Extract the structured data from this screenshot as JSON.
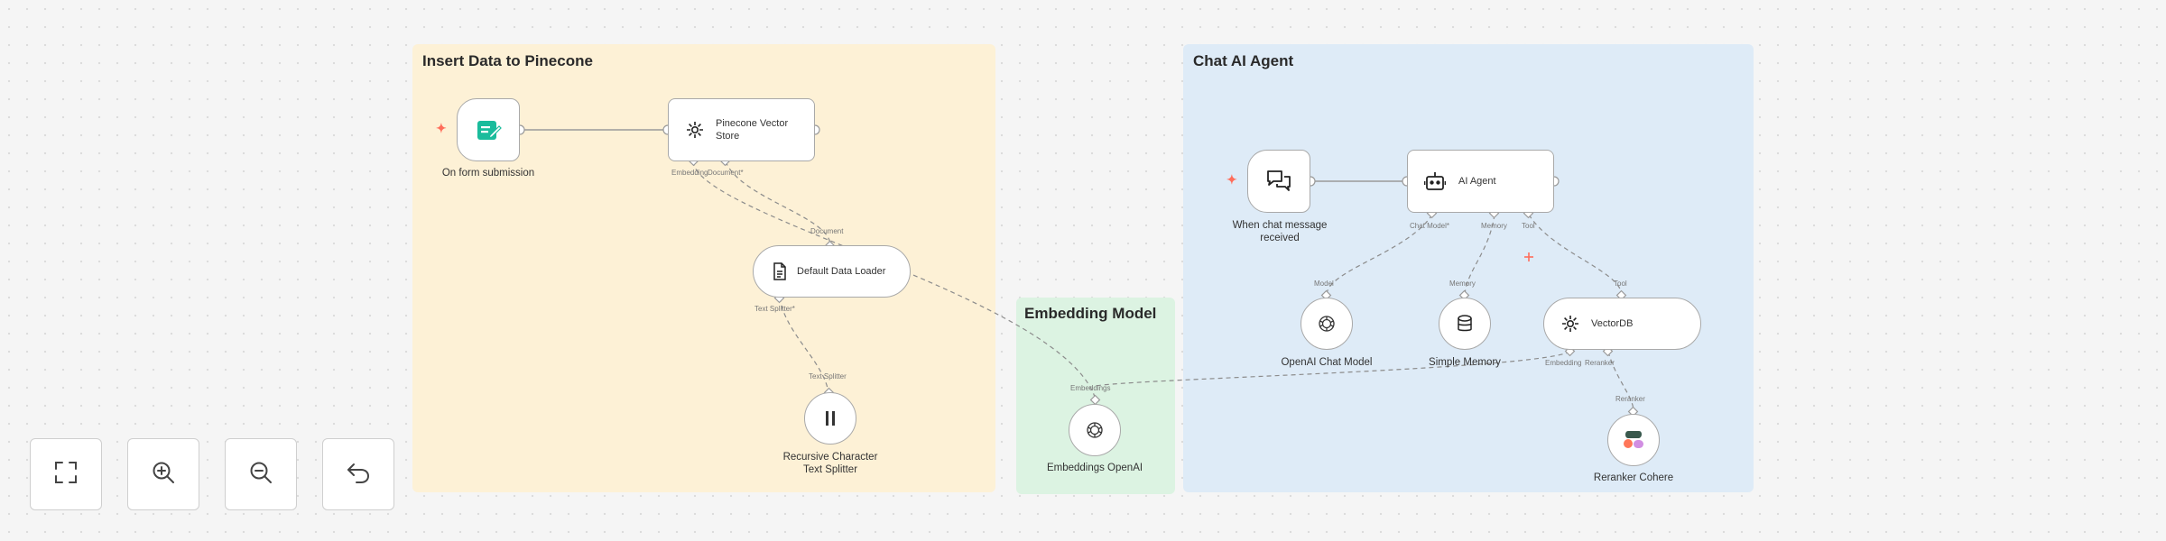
{
  "groups": {
    "insert": {
      "title": "Insert Data to Pinecone",
      "color": "#fdf1d6"
    },
    "embedding": {
      "title": "Embedding Model",
      "color": "#dcf3e2"
    },
    "chat": {
      "title": "Chat AI Agent",
      "color": "#deebf7"
    }
  },
  "nodes": {
    "form": {
      "label": "On form submission"
    },
    "pinecone": {
      "label_line1": "Pinecone Vector",
      "label_line2": "Store"
    },
    "loader": {
      "label": "Default Data Loader"
    },
    "splitter": {
      "label_line1": "Recursive Character",
      "label_line2": "Text Splitter"
    },
    "embeddings": {
      "label": "Embeddings OpenAI"
    },
    "chat_trigger": {
      "label_line1": "When chat message",
      "label_line2": "received"
    },
    "agent": {
      "label": "AI Agent"
    },
    "openai_chat": {
      "label": "OpenAI Chat Model"
    },
    "memory": {
      "label": "Simple Memory"
    },
    "vectordb": {
      "label": "VectorDB"
    },
    "reranker": {
      "label": "Reranker Cohere"
    }
  },
  "ports": {
    "pinecone_embedding": "Embedding",
    "pinecone_document": "Document*",
    "loader_document": "Document",
    "loader_text_splitter": "Text Splitter*",
    "splitter_text_splitter": "Text Splitter",
    "embeddings_embeddings": "Embeddings",
    "agent_chat_model": "Chat Model*",
    "agent_memory": "Memory",
    "agent_tool": "Tool",
    "openai_model": "Model",
    "memory_memory": "Memory",
    "vectordb_tool": "Tool",
    "vectordb_embedding": "Embedding",
    "vectordb_reranker": "Reranker",
    "reranker_reranker": "Reranker"
  },
  "controls": {
    "fit_icon": "fit-view-icon",
    "zoom_in_icon": "zoom-in-icon",
    "zoom_out_icon": "zoom-out-icon",
    "reset_icon": "undo-icon"
  },
  "colors": {
    "trigger": "#ff6d5a",
    "form_icon": "#1abc9c",
    "cohere_green": "#39594d",
    "cohere_pink": "#ff7759",
    "cohere_purple": "#d18ee2"
  }
}
